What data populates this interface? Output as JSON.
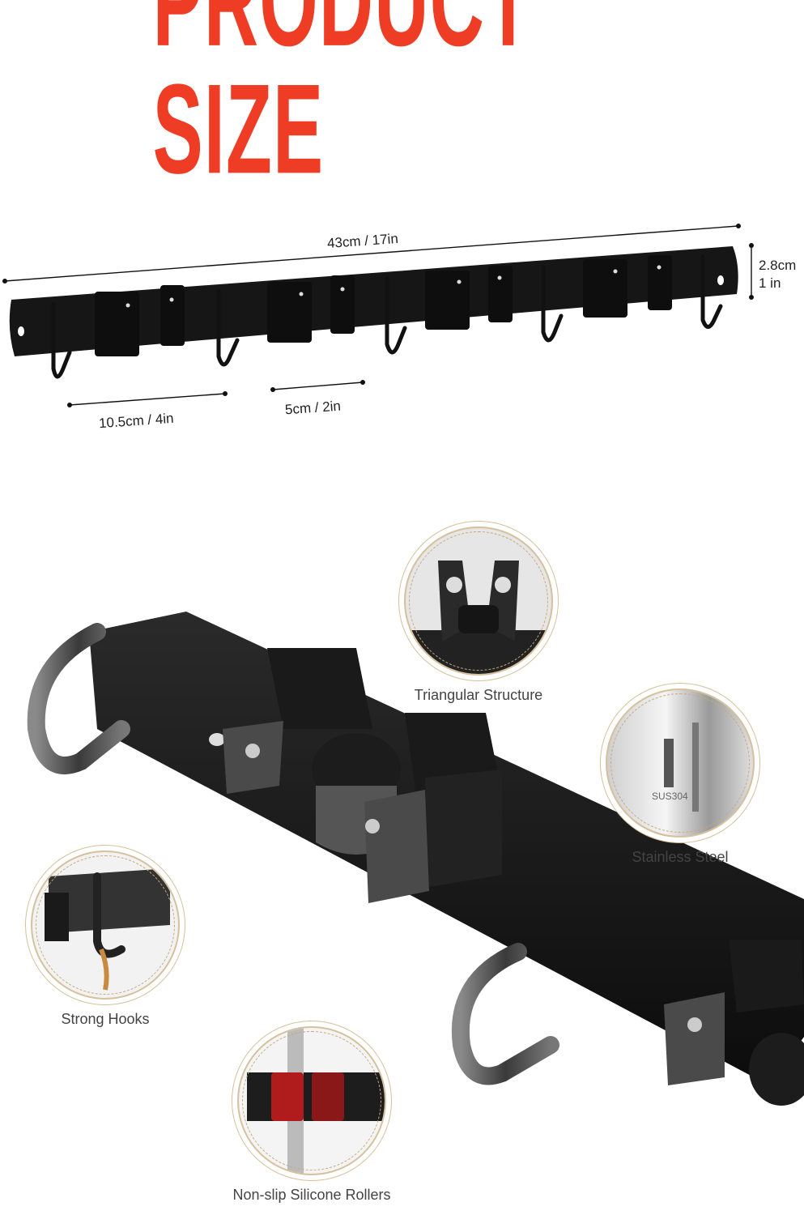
{
  "title": "PRODUCT SIZE",
  "colors": {
    "title": "#ee3d24",
    "product": "#1b1b1b",
    "circle_border": "#d7c09e"
  },
  "dimensions": {
    "length": "43cm / 17in",
    "height_cm": "2.8cm",
    "height_in": "1 in",
    "hook_spacing": "10.5cm / 4in",
    "holder_width": "5cm / 2in"
  },
  "features": [
    {
      "label": "Triangular Structure"
    },
    {
      "label": "Stainless Steel",
      "stamp": "SUS304"
    },
    {
      "label": "Strong Hooks"
    },
    {
      "label": "Non-slip Silicone Rollers"
    }
  ]
}
